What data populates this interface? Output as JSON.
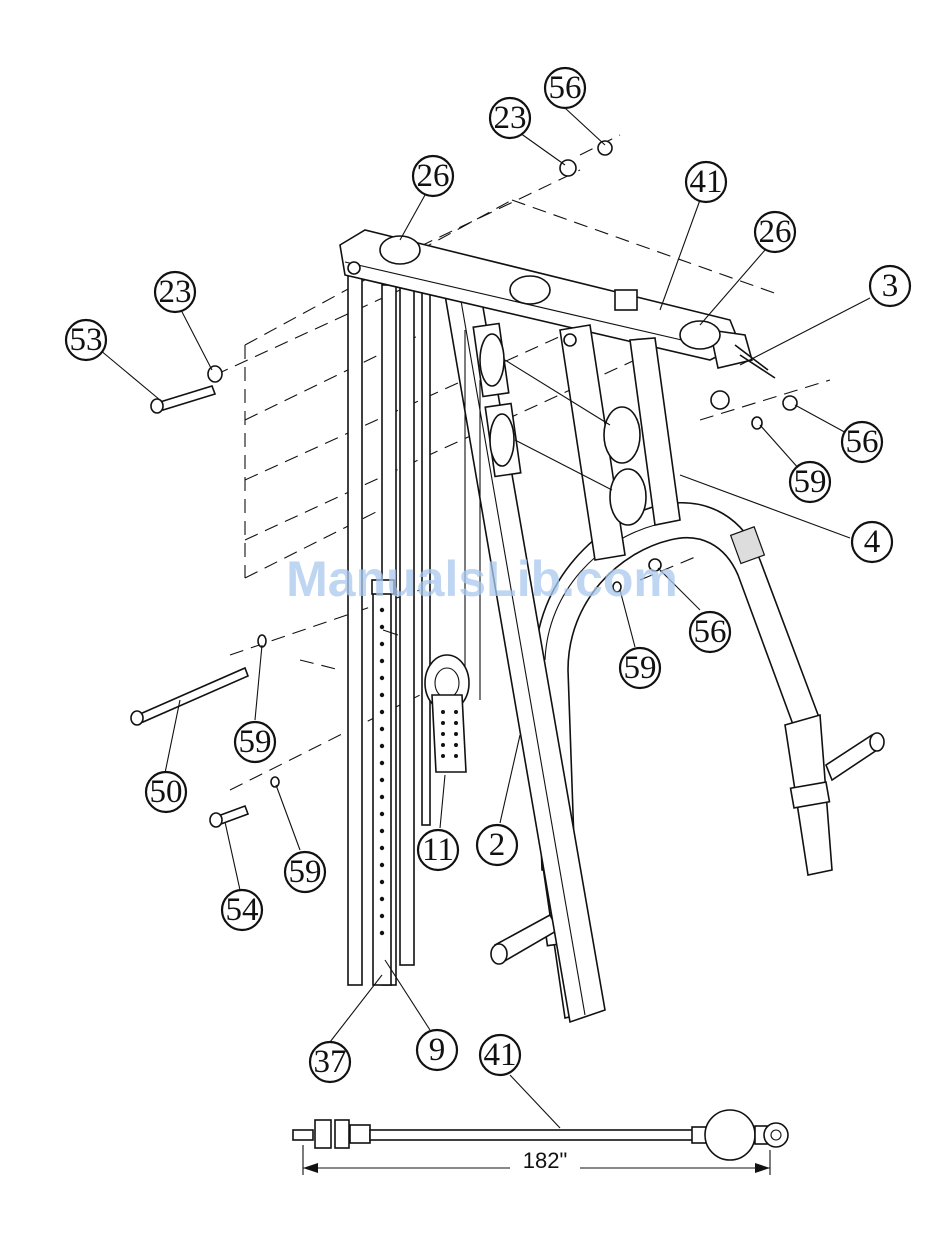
{
  "callouts": [
    {
      "id": "c1",
      "label": "56"
    },
    {
      "id": "c2",
      "label": "23"
    },
    {
      "id": "c3",
      "label": "26"
    },
    {
      "id": "c4",
      "label": "41"
    },
    {
      "id": "c5",
      "label": "26"
    },
    {
      "id": "c6",
      "label": "3"
    },
    {
      "id": "c7",
      "label": "23"
    },
    {
      "id": "c8",
      "label": "53"
    },
    {
      "id": "c9",
      "label": "56"
    },
    {
      "id": "c10",
      "label": "59"
    },
    {
      "id": "c11",
      "label": "4"
    },
    {
      "id": "c12",
      "label": "56"
    },
    {
      "id": "c13",
      "label": "59"
    },
    {
      "id": "c14",
      "label": "59"
    },
    {
      "id": "c15",
      "label": "50"
    },
    {
      "id": "c16",
      "label": "59"
    },
    {
      "id": "c17",
      "label": "54"
    },
    {
      "id": "c18",
      "label": "11"
    },
    {
      "id": "c19",
      "label": "2"
    },
    {
      "id": "c20",
      "label": "37"
    },
    {
      "id": "c21",
      "label": "9"
    },
    {
      "id": "c22",
      "label": "41"
    }
  ],
  "dimension_label": "182\"",
  "watermark": "ManualsLib.com"
}
